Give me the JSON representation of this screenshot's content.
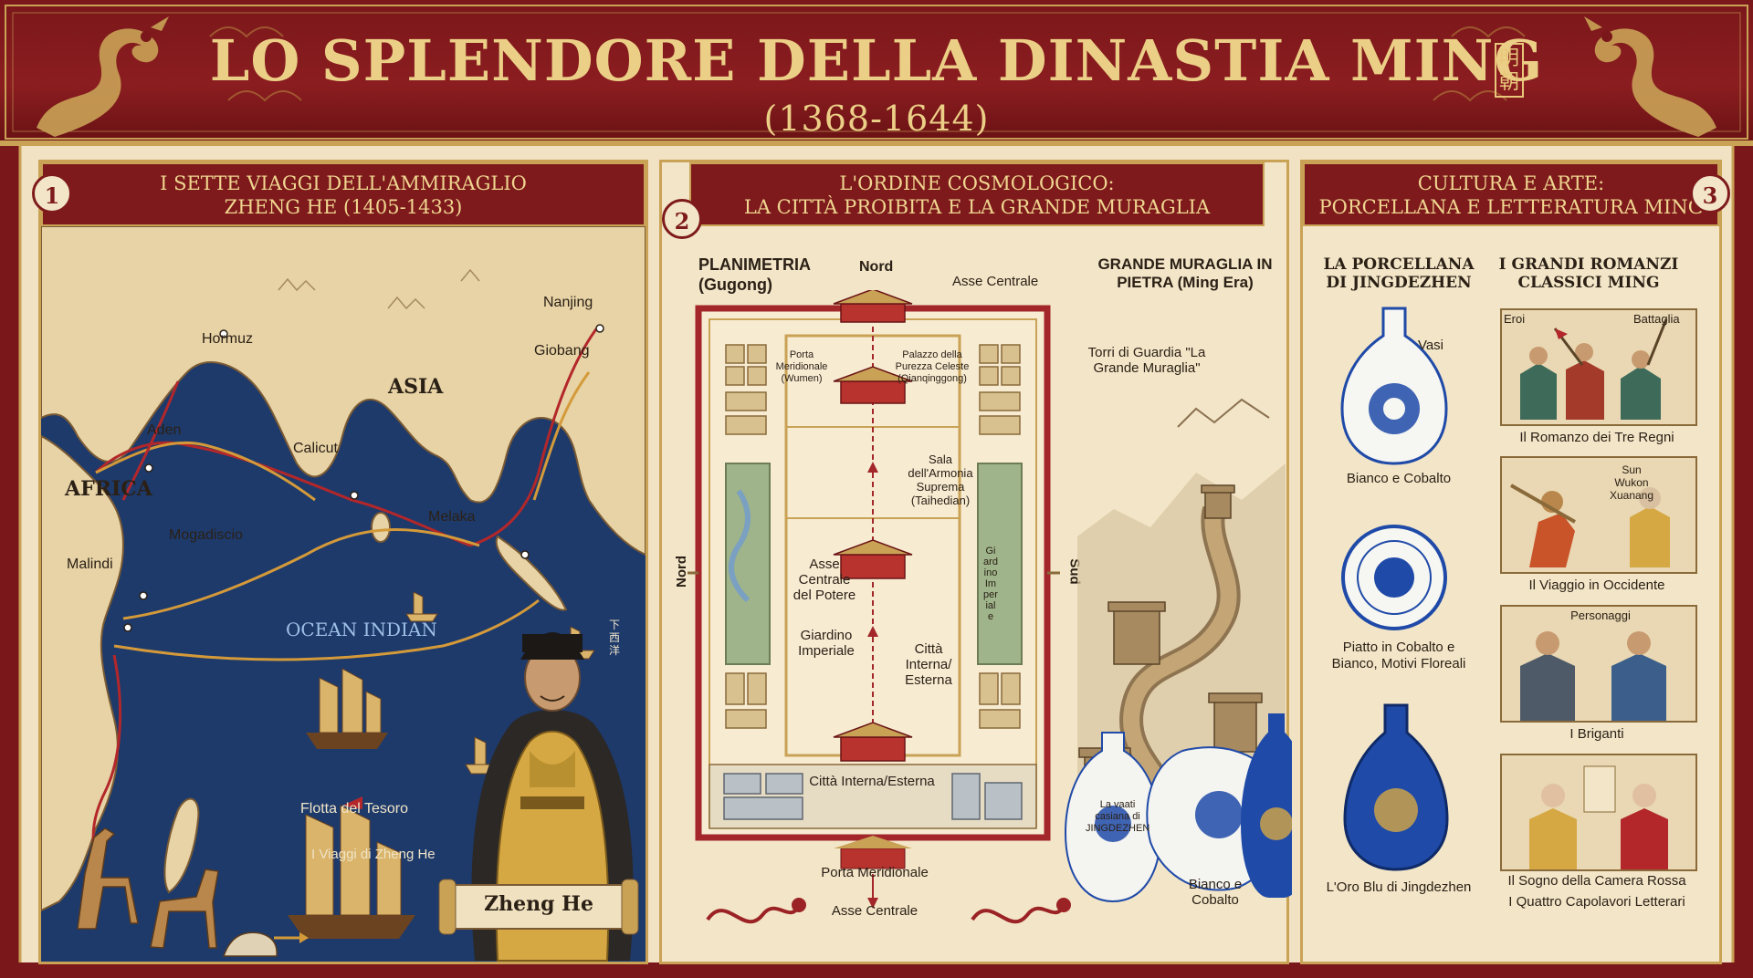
{
  "header": {
    "title": "LO SPLENDORE DELLA DINASTIA MING",
    "dates": "(1368-1644)",
    "seal": "明朝"
  },
  "panel1": {
    "number": "1",
    "title_line1": "I SETTE VIAGGI DELL'AMMIRAGLIO",
    "title_line2": "ZHENG HE (1405-1433)",
    "map_labels": {
      "asia": "ASIA",
      "africa": "AFRICA",
      "ocean": "OCEAN INDIAN",
      "nanjing": "Nanjing",
      "giobang": "Giobang",
      "hormuz": "Hormuz",
      "aden": "Aden",
      "calicut": "Calicut",
      "melaka": "Melaka",
      "mogadiscio": "Mogadiscio",
      "malindi": "Malindi",
      "fleet": "Flotta del Tesoro",
      "legend": "I Viaggi di Zheng He",
      "vertical": "下西洋"
    },
    "portrait_name": "Zheng He"
  },
  "panel2": {
    "number": "2",
    "title_line1": "L'ORDINE COSMOLOGICO:",
    "title_line2": "LA CITTÀ PROIBITA E LA GRANDE MURAGLIA",
    "plan_title": "PLANIMETRIA",
    "plan_subtitle": "(Gugong)",
    "labels": {
      "nord_top": "Nord",
      "asse_top": "Asse Centrale",
      "porta_mer": "Porta Meridionale (Wumen)",
      "palazzo": "Palazzo della Purezza Celeste (Qianqinggong)",
      "sala": "Sala dell'Armonia Suprema (Taihedian)",
      "asse_potere": "Asse Centrale del Potere",
      "giardino": "Giardino Imperiale",
      "citta": "Città Interna/ Esterna",
      "giardino_v": "Giardino Imperiale",
      "citta_bottom": "Città Interna/Esterna",
      "porta_bottom": "Porta Meridionale",
      "asse_bottom": "Asse Centrale",
      "nord_left": "Nord",
      "sud_right": "Sud"
    },
    "wall_title": "GRANDE MURAGLIA IN PIETRA (Ming Era)",
    "wall_label": "Torri di Guardia \"La Grande Muraglia\"",
    "vase_label": "La vaati casiana di JINGDEZHEN",
    "vase_caption": "Bianco e Cobalto"
  },
  "panel3": {
    "number": "3",
    "title_line1": "CULTURA E ARTE:",
    "title_line2": "PORCELLANA E LETTERATURA MING",
    "porcelain_title": "LA PORCELLANA DI JINGDEZHEN",
    "vasi": "Vasi",
    "bianco": "Bianco e Cobalto",
    "piatto": "Piatto in Cobalto e Bianco, Motivi Floreali",
    "oro_blu": "L'Oro Blu di Jingdezhen",
    "novels_title": "I GRANDI ROMANZI CLASSICI MING",
    "novel1_tag1": "Eroi",
    "novel1_tag2": "Battaglia",
    "novel1": "Il Romanzo dei Tre Regni",
    "novel2_tag": "Sun Wukon Xuanang",
    "novel2": "Il Viaggio in Occidente",
    "novel3_tag": "Personaggi",
    "novel3": "I Briganti",
    "novel4": "Il Sogno della Camera Rossa",
    "footer": "I Quattro Capolavori Letterari"
  },
  "colors": {
    "crimson": "#7e1a1c",
    "gold": "#c9a256",
    "parchment": "#f3e6c8",
    "ocean": "#1d3a6b",
    "cobalt": "#1f4aa8"
  }
}
